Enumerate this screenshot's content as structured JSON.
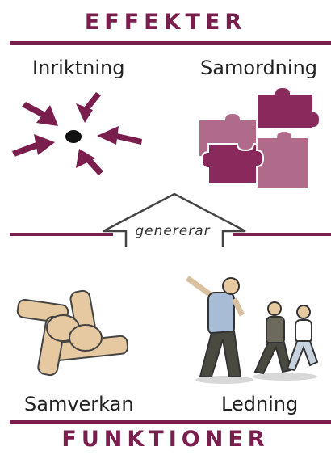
{
  "colors": {
    "accent": "#7a1e4e",
    "puzzle_dark": "#8a2a5c",
    "puzzle_light": "#b06a8a",
    "skin": "#e6c9a0",
    "outline": "#444444"
  },
  "header": {
    "title": "EFFEKTER"
  },
  "effects": [
    {
      "label": "Inriktning",
      "icon": "converging-arrows-icon"
    },
    {
      "label": "Samordning",
      "icon": "puzzle-pieces-icon"
    }
  ],
  "connector": {
    "label": "genererar",
    "icon": "up-arrow-outline-icon"
  },
  "functions": [
    {
      "label": "Samverkan",
      "icon": "joined-hands-icon"
    },
    {
      "label": "Ledning",
      "icon": "leader-pointing-people-icon"
    }
  ],
  "footer": {
    "title": "FUNKTIONER"
  }
}
